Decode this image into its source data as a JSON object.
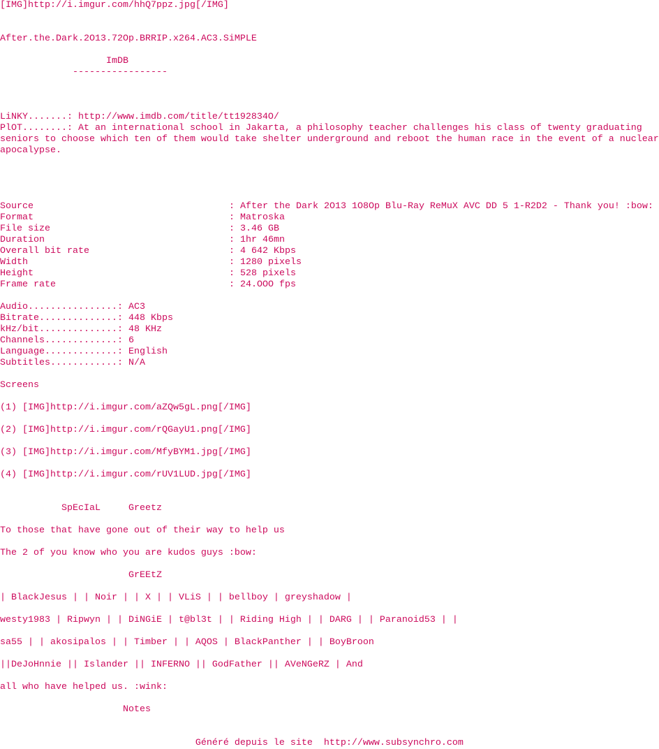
{
  "header_img": "[IMG]http://i.imgur.com/hhQ7ppz.jpg[/IMG]",
  "release_title": "After.the.Dark.2O13.72Op.BRRIP.x264.AC3.SiMPLE",
  "imdb_heading": "                   ImDB",
  "imdb_rule": "             -----------------",
  "linky": "LiNKY.......: http://www.imdb.com/title/tt192834O/",
  "plot": [
    "PlOT........: At an international school in Jakarta, a philosophy teacher challenges his class of twenty graduating",
    "seniors to choose which ten of them would take shelter underground and reboot the human race in the event of a nuclear",
    "apocalypse."
  ],
  "media_info": [
    {
      "label": "Source",
      "value": ": After the Dark 2O13 1O8Op Blu-Ray ReMuX AVC DD 5 1-R2D2 - Thank you! :bow:"
    },
    {
      "label": "Format",
      "value": ": Matroska"
    },
    {
      "label": "File size",
      "value": ": 3.46 GB"
    },
    {
      "label": "Duration",
      "value": ": 1hr 46mn"
    },
    {
      "label": "Overall bit rate",
      "value": ": 4 642 Kbps"
    },
    {
      "label": "Width",
      "value": ": 1280 pixels"
    },
    {
      "label": "Height",
      "value": ": 528 pixels"
    },
    {
      "label": "Frame rate",
      "value": ": 24.OOO fps"
    }
  ],
  "audio_info": [
    "Audio................: AC3",
    "Bitrate..............: 448 Kbps",
    "kHz/bit..............: 48 KHz",
    "Channels.............: 6",
    "Language.............: English",
    "Subtitles............: N/A"
  ],
  "screens_heading": "Screens",
  "screens": [
    "(1) [IMG]http://i.imgur.com/aZQw5gL.png[/IMG]",
    "(2) [IMG]http://i.imgur.com/rQGayU1.png[/IMG]",
    "(3) [IMG]http://i.imgur.com/MfyBYM1.jpg[/IMG]",
    "(4) [IMG]http://i.imgur.com/rUV1LUD.jpg[/IMG]"
  ],
  "special_greetz": "           SpEcIaL     Greetz",
  "thanks_1": "To those that have gone out of their way to help us",
  "thanks_2": "The 2 of you know who you are kudos guys :bow:",
  "greetz_heading": "                       GrEEtZ",
  "greetz_lines": [
    "| BlackJesus | | Noir | | X | | VLiS | | bellboy | greyshadow |",
    "westy1983 | Ripwyn | | DiNGiE | t@bl3t | | Riding High | | DARG | | Paranoid53 | |",
    "sa55 | | akosipalos | | Timber | | AQOS | BlackPanther | | BoyBroon",
    "||DeJoHnnie || Islander || INFERNO || GodFather || AVeNGeRZ | And",
    "all who have helped us. :wink:"
  ],
  "notes_heading": "                      Notes",
  "footer": "                                   Généré depuis le site  http://www.subsynchro.com"
}
